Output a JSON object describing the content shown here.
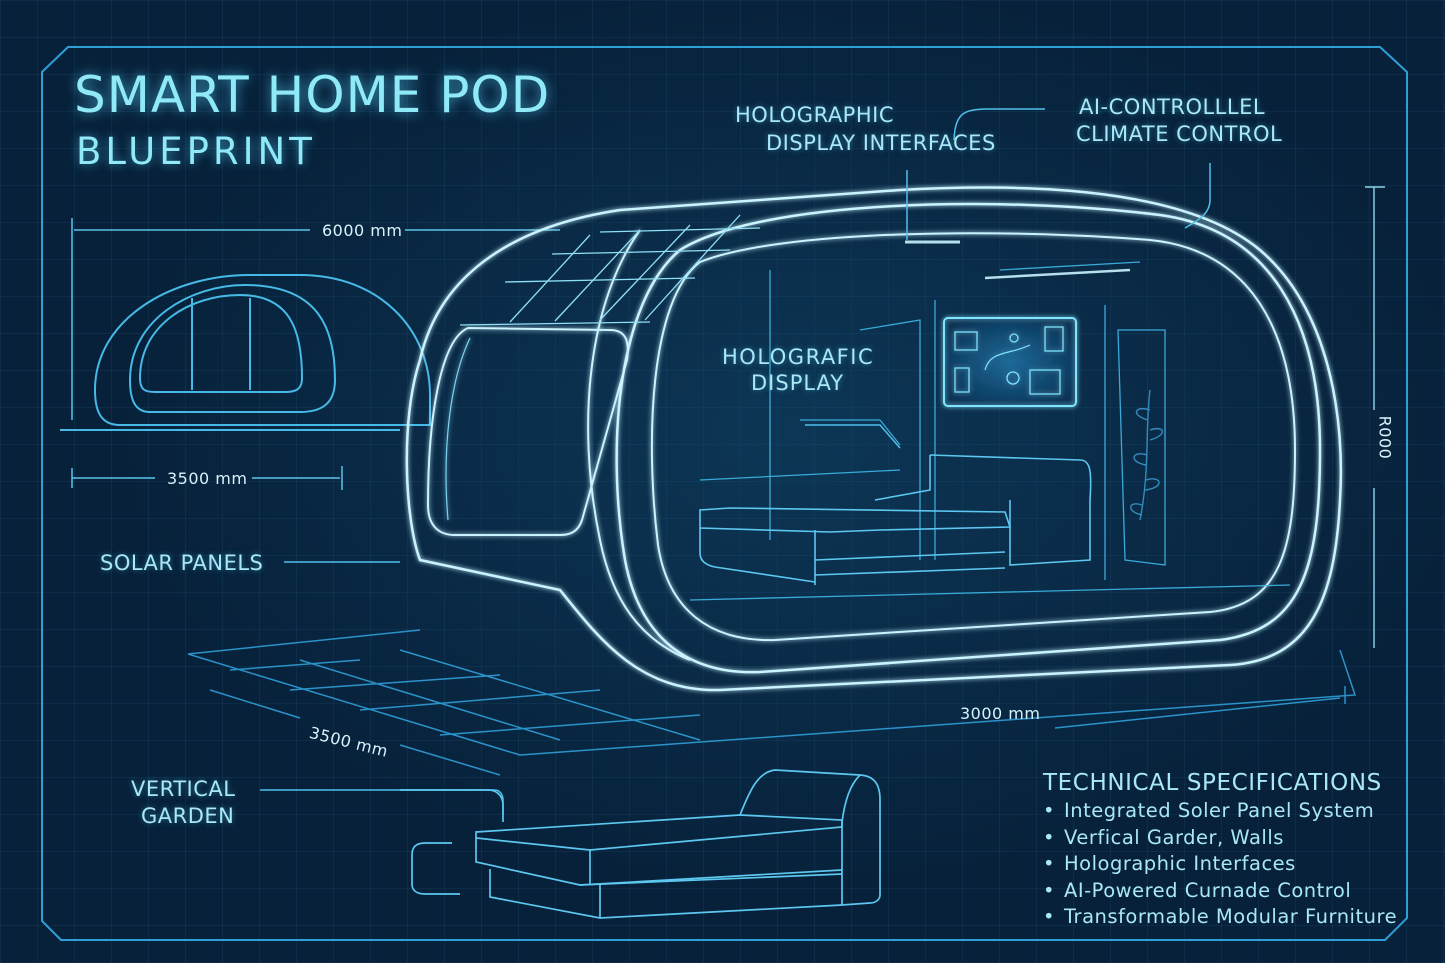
{
  "header": {
    "title": "SMART HOME POD",
    "subtitle": "BLUEPRINT"
  },
  "callouts": {
    "holographic_interfaces": [
      "HOLOGRAPHIC",
      "DISPLAY INTERFACES"
    ],
    "climate_control": [
      "AI-CONTROLLLEL",
      "CLIMATE CONTROL"
    ],
    "holografic_display": [
      "HOLOGRAFIC",
      "DISPLAY"
    ],
    "solar_panels": "SOLAR PANELS",
    "vertical_garden": [
      "VERTICAL",
      "GARDEN"
    ]
  },
  "dimensions": {
    "overall_length": "6000 mm",
    "side_width": "3500 mm",
    "floor_depth": "3500 mm",
    "floor_width": "3000 mm",
    "height": "R000"
  },
  "specs": {
    "heading": "TECHNICAL SPECIFICATIONS",
    "bullet": "•",
    "items": [
      "Integrated Soler Panel System",
      "Verfical Garder, Walls",
      "Holographic Interfaces",
      "AI-Powered Curnade Control",
      "Transformable Modular Furniture"
    ]
  },
  "colors": {
    "background": "#07213a",
    "line": "#3fb8e8",
    "glow_line": "#c9f3ff",
    "title": "#8fe9f7",
    "label": "#a9e8f5"
  }
}
